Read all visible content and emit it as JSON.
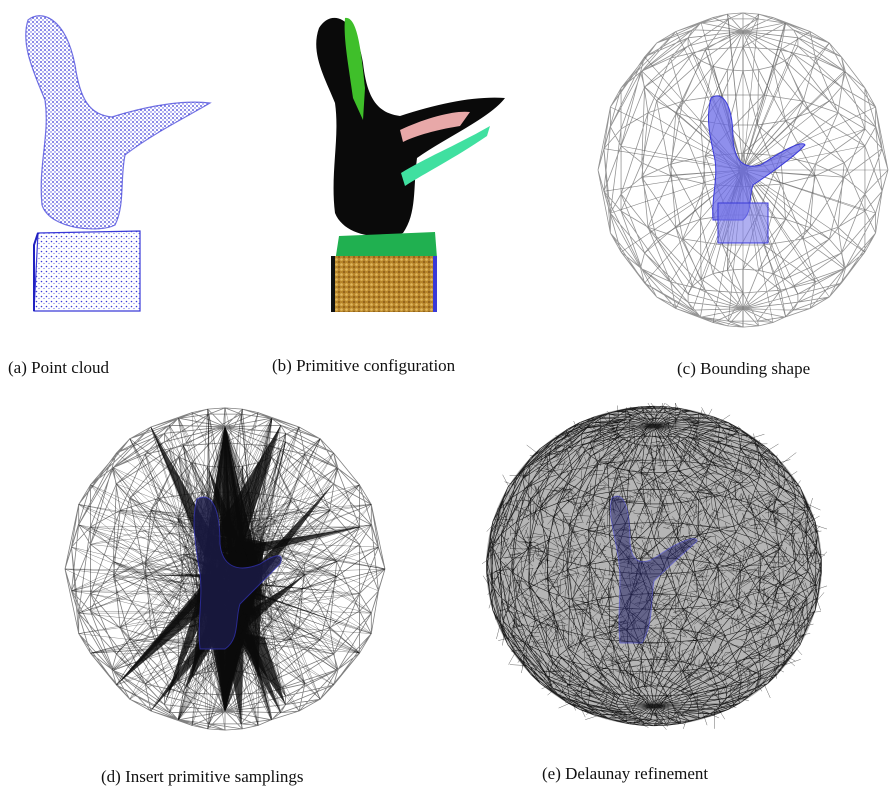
{
  "figure": {
    "panels": [
      {
        "id": "a",
        "caption": "(a) Point cloud"
      },
      {
        "id": "b",
        "caption": "(b) Primitive configuration"
      },
      {
        "id": "c",
        "caption": "(c) Bounding shape"
      },
      {
        "id": "d",
        "caption": "(d) Insert primitive samplings"
      },
      {
        "id": "e",
        "caption": "(e) Delaunay refinement"
      }
    ],
    "colors": {
      "points": "#3a3ad8",
      "primitive_dark": "#0a0a0a",
      "primitive_green": "#3fbf2a",
      "primitive_pink": "#e8a8a8",
      "primitive_teal": "#40e0a0",
      "primitive_top": "#20b050",
      "primitive_side": "#c89a30",
      "mesh": "#9a9a9a",
      "mesh_dark": "#111111"
    }
  }
}
